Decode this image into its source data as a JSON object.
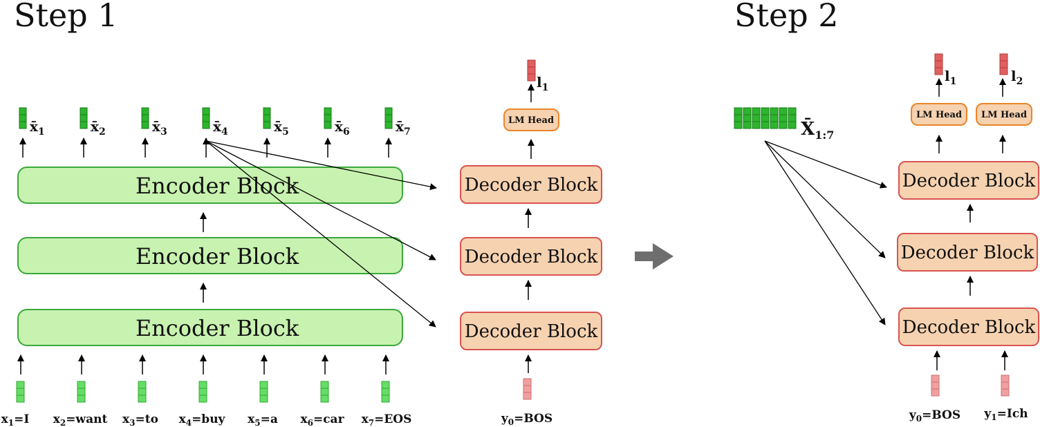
{
  "step1": {
    "title": "Step 1",
    "encoder_blocks": [
      "Encoder Block",
      "Encoder Block",
      "Encoder Block"
    ],
    "decoder_blocks": [
      "Decoder Block",
      "Decoder Block",
      "Decoder Block"
    ],
    "lm_head": "LM Head",
    "input_tokens": [
      {
        "var": "x",
        "sub": "1",
        "word": "=I"
      },
      {
        "var": "x",
        "sub": "2",
        "word": "=want"
      },
      {
        "var": "x",
        "sub": "3",
        "word": "=to"
      },
      {
        "var": "x",
        "sub": "4",
        "word": "=buy"
      },
      {
        "var": "x",
        "sub": "5",
        "word": "=a"
      },
      {
        "var": "x",
        "sub": "6",
        "word": "=car"
      },
      {
        "var": "x",
        "sub": "7",
        "word": "=EOS"
      }
    ],
    "encoded_vectors": [
      {
        "var": "x̄",
        "sub": "1"
      },
      {
        "var": "x̄",
        "sub": "2"
      },
      {
        "var": "x̄",
        "sub": "3"
      },
      {
        "var": "x̄",
        "sub": "4"
      },
      {
        "var": "x̄",
        "sub": "5"
      },
      {
        "var": "x̄",
        "sub": "6"
      },
      {
        "var": "x̄",
        "sub": "7"
      }
    ],
    "decoder_input": {
      "var": "y",
      "sub": "0",
      "word": "=BOS"
    },
    "logit": {
      "var": "l",
      "sub": "1"
    }
  },
  "step2": {
    "title": "Step 2",
    "encoded_sequence": {
      "var": "X̄",
      "sub": "1:7"
    },
    "decoder_blocks": [
      "Decoder Block",
      "Decoder Block",
      "Decoder Block"
    ],
    "lm_heads": [
      "LM Head",
      "LM Head"
    ],
    "decoder_inputs": [
      {
        "var": "y",
        "sub": "0",
        "word": "=BOS"
      },
      {
        "var": "y",
        "sub": "1",
        "word": "=Ich"
      }
    ],
    "logits": [
      {
        "var": "l",
        "sub": "1"
      },
      {
        "var": "l",
        "sub": "2"
      }
    ]
  },
  "colors": {
    "encoder_fill": "#c8f2b0",
    "encoder_stroke": "#3aa83a",
    "decoder_fill": "#f6d2b0",
    "decoder_stroke": "#d9534f",
    "lm_fill": "#f6d2b0",
    "lm_stroke": "#e8852b",
    "green_vector": "#2db52d",
    "light_green_vector": "#66dd66",
    "pink_vector": "#f0a0a0",
    "red_vector": "#e06060",
    "transition_arrow": "#6e6e6e"
  }
}
